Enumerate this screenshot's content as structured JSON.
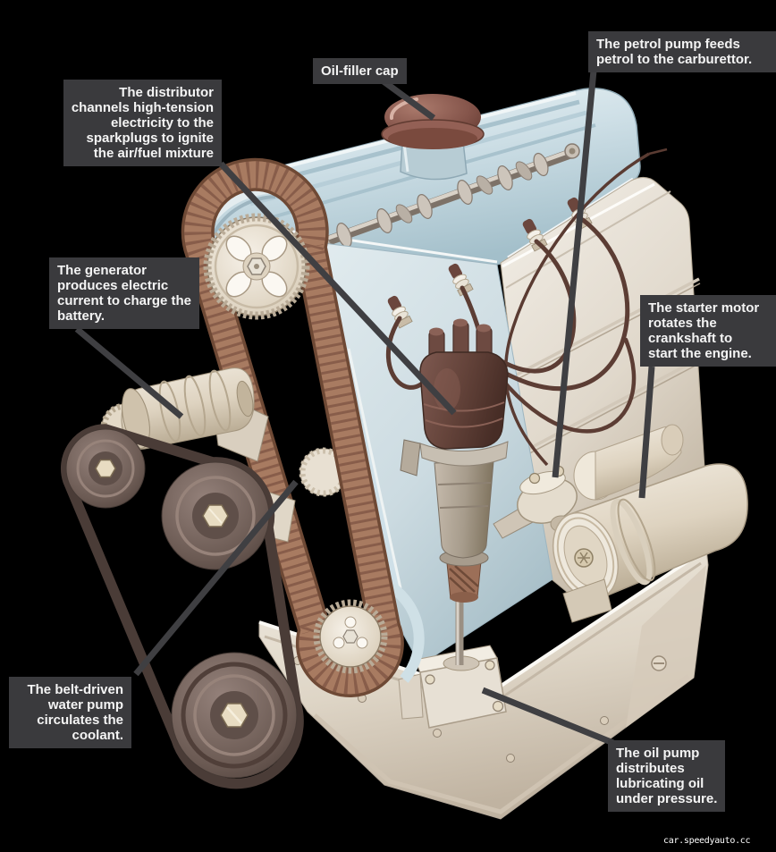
{
  "background_color": "#000000",
  "callout_style": {
    "bg": "#3a3a3d",
    "text_color": "#f4f4f4",
    "pointer_color": "#3f3f42"
  },
  "callouts": {
    "distributor": {
      "text": "The distributor\nchannels high-tension\nelectricity to the\nsparkplugs to ignite\nthe air/fuel mixture",
      "align": "right"
    },
    "oil_filler_cap": {
      "text": "Oil-filler cap",
      "align": "center"
    },
    "petrol_pump": {
      "text": "The petrol pump feeds\npetrol to the carburettor.",
      "align": "left"
    },
    "generator": {
      "text": "The generator\nproduces electric\ncurrent to charge the\nbattery.",
      "align": "left"
    },
    "starter_motor": {
      "text": "The starter motor\nrotates the\ncrankshaft to\nstart the engine.",
      "align": "left"
    },
    "water_pump": {
      "text": "The belt-driven\nwater pump\ncirculates the\ncoolant.",
      "align": "right"
    },
    "oil_pump": {
      "text": "The oil pump\ndistributes\nlubricating oil\nunder pressure.",
      "align": "left"
    }
  },
  "watermark": "car.speedyauto.cc",
  "engine_palette": {
    "valve_cover_blue": "#c9dce4",
    "block_cream": "#e9e4da",
    "oil_pan_cream": "#e7e0d4",
    "timing_belt_brown": "#a87b61",
    "sprocket_face": "#e9e0d1",
    "oil_cap_red_brown": "#84544a",
    "distributor_cap_brown": "#65443b",
    "spark_wire_brown": "#5c3d34",
    "pulley_dark_taupe": "#6b5a53",
    "v_belt_dark": "#4a3c37",
    "starter_cream": "#e8e0d2",
    "metal_gray": "#b4aa9f"
  }
}
